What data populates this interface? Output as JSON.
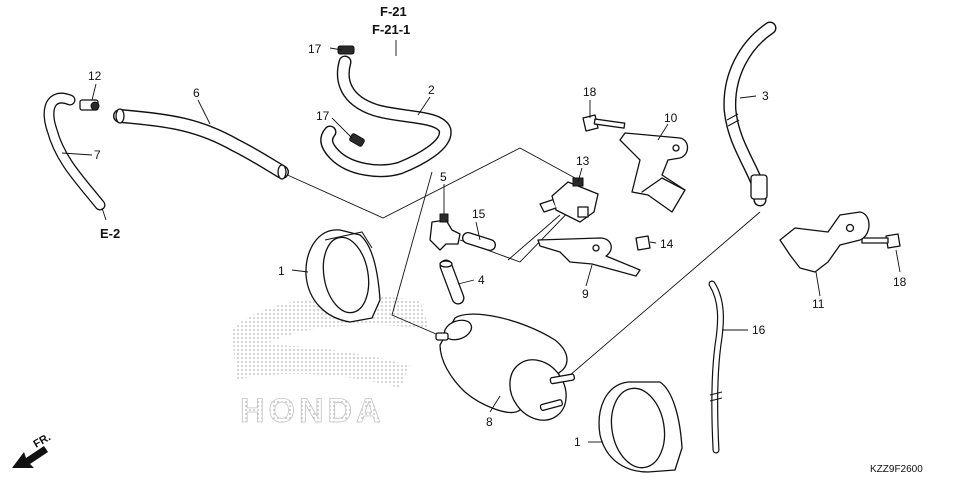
{
  "references": {
    "f21": "F-21",
    "f21_1": "F-21-1",
    "e2": "E-2",
    "front": "FR."
  },
  "watermark": "HONDA",
  "diagram_code": "KZZ9F2600",
  "callouts": [
    {
      "id": "c1a",
      "label": "1"
    },
    {
      "id": "c1b",
      "label": "1"
    },
    {
      "id": "c2",
      "label": "2"
    },
    {
      "id": "c3",
      "label": "3"
    },
    {
      "id": "c4",
      "label": "4"
    },
    {
      "id": "c5",
      "label": "5"
    },
    {
      "id": "c6",
      "label": "6"
    },
    {
      "id": "c7",
      "label": "7"
    },
    {
      "id": "c8",
      "label": "8"
    },
    {
      "id": "c9",
      "label": "9"
    },
    {
      "id": "c10",
      "label": "10"
    },
    {
      "id": "c11",
      "label": "11"
    },
    {
      "id": "c12",
      "label": "12"
    },
    {
      "id": "c13",
      "label": "13"
    },
    {
      "id": "c14",
      "label": "14"
    },
    {
      "id": "c15",
      "label": "15"
    },
    {
      "id": "c16",
      "label": "16"
    },
    {
      "id": "c17a",
      "label": "17"
    },
    {
      "id": "c17b",
      "label": "17"
    },
    {
      "id": "c18a",
      "label": "18"
    },
    {
      "id": "c18b",
      "label": "18"
    }
  ]
}
